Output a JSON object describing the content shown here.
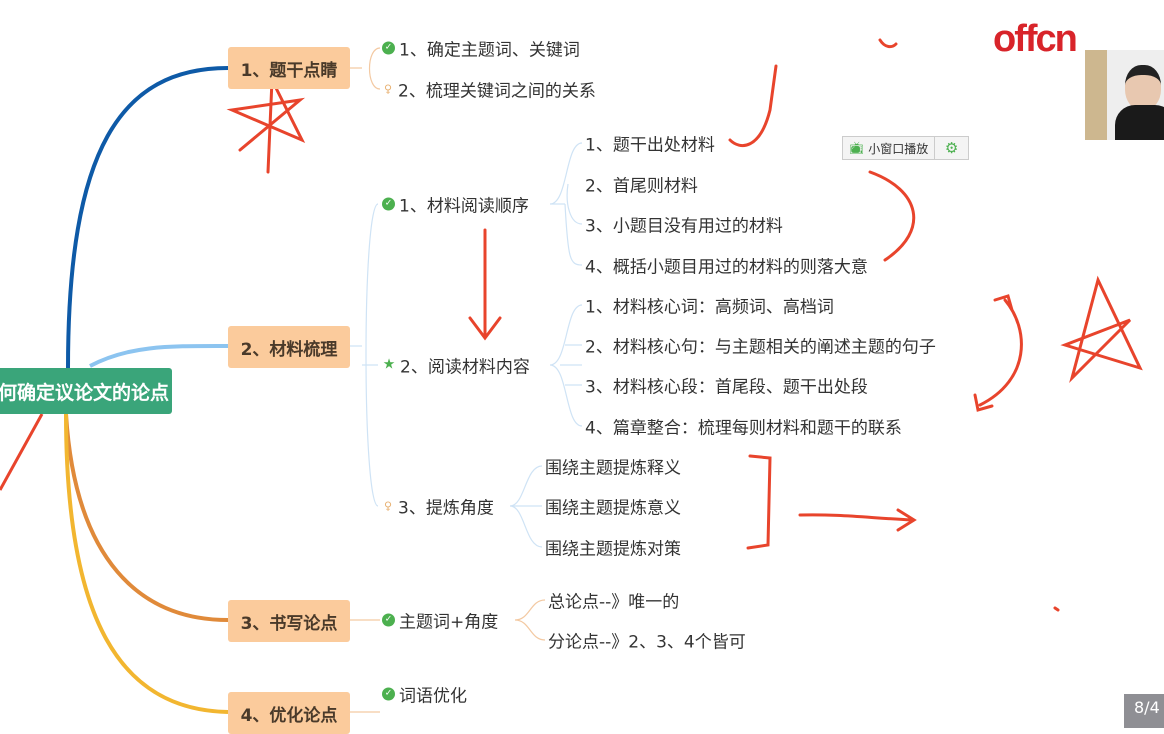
{
  "root": {
    "title": "何确定议论文的论点"
  },
  "branches": [
    {
      "label": "1、题干点睛",
      "children": [
        {
          "icon": "check",
          "label": "1、确定主题词、关键词"
        },
        {
          "icon": "bulb",
          "label": "2、梳理关键词之间的关系"
        }
      ]
    },
    {
      "label": "2、材料梳理",
      "children": [
        {
          "icon": "check",
          "label": "1、材料阅读顺序",
          "children": [
            "1、题干出处材料",
            "2、首尾则材料",
            "3、小题目没有用过的材料",
            "4、概括小题目用过的材料的则落大意"
          ]
        },
        {
          "icon": "star",
          "label": "2、阅读材料内容",
          "children": [
            "1、材料核心词：高频词、高档词",
            "2、材料核心句：与主题相关的阐述主题的句子",
            "3、材料核心段：首尾段、题干出处段",
            "4、篇章整合：梳理每则材料和题干的联系"
          ]
        },
        {
          "icon": "bulb",
          "label": "3、提炼角度",
          "children": [
            "围绕主题提炼释义",
            "围绕主题提炼意义",
            "围绕主题提炼对策"
          ]
        }
      ]
    },
    {
      "label": "3、书写论点",
      "children": [
        {
          "icon": "check",
          "label": "主题词+角度",
          "children": [
            "总论点--》唯一的",
            "分论点--》2、3、4个皆可"
          ]
        }
      ]
    },
    {
      "label": "4、优化论点",
      "children": [
        {
          "icon": "check",
          "label": "词语优化"
        }
      ]
    }
  ],
  "toolbar": {
    "mini_window_label": "小窗口播放",
    "icons": [
      "tv-icon",
      "gear-icon"
    ]
  },
  "logo": "offcn",
  "page_indicator": "8/4",
  "colors": {
    "root": "#3aa57a",
    "branch": "#fbcb9c",
    "annotation": "#e8442c",
    "branch1_line": "#0e5aa7",
    "branch2_line": "#8cc4f0",
    "branch3_line": "#e08a3a",
    "branch4_line": "#f2b630"
  }
}
